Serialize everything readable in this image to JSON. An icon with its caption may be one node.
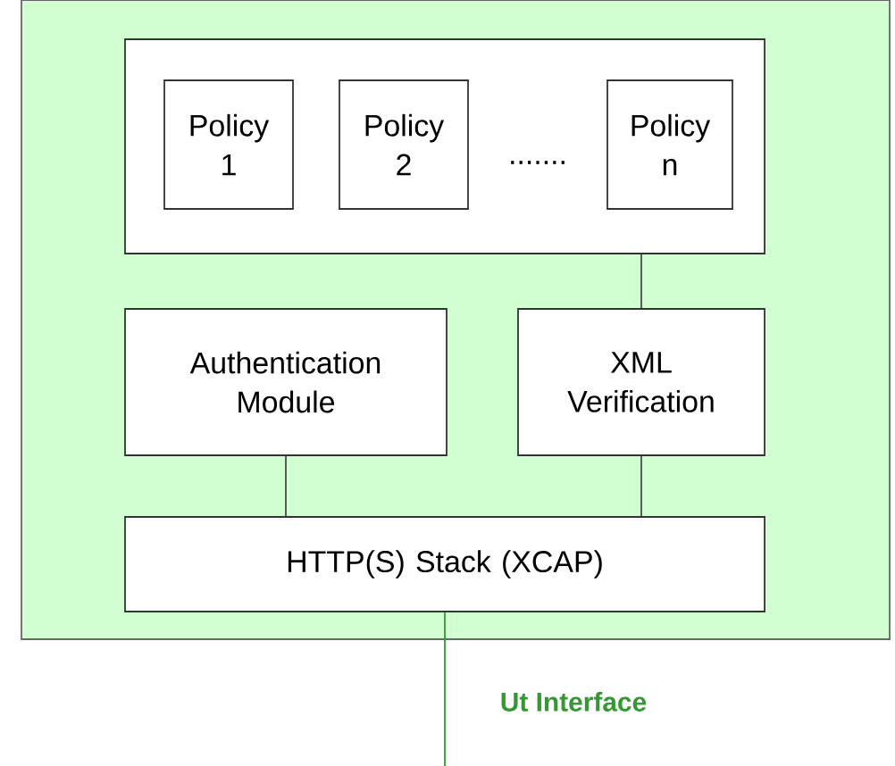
{
  "diagram": {
    "nodes": [
      {
        "text": [],
        "shape": "box"
      },
      {
        "text": [],
        "shape": "box",
        "in": 0
      },
      {
        "text": [
          "Policy 1"
        ],
        "in": 1
      },
      {
        "text": [
          "Policy 2"
        ],
        "in": 1
      },
      {
        "text": [
          "Policy n"
        ],
        "in": 1
      },
      {
        "text": [
          "Authentication Module"
        ],
        "in": 0
      },
      {
        "text": [
          "XML Verification"
        ],
        "in": 0
      },
      {
        "text": [
          "HTTP(S) Stack (XCAP)"
        ],
        "in": 0
      }
    ],
    "edges": [
      {
        "from": 1,
        "to": 6,
        "arrow": "none"
      },
      {
        "from": 5,
        "to": 7,
        "arrow": "none"
      },
      {
        "from": 6,
        "to": 7,
        "arrow": "none"
      },
      {
        "from": 7,
        "to": null,
        "arrow": "none",
        "label": "Ut Interface",
        "color": "#339933"
      }
    ],
    "labels": [
      "......."
    ]
  }
}
